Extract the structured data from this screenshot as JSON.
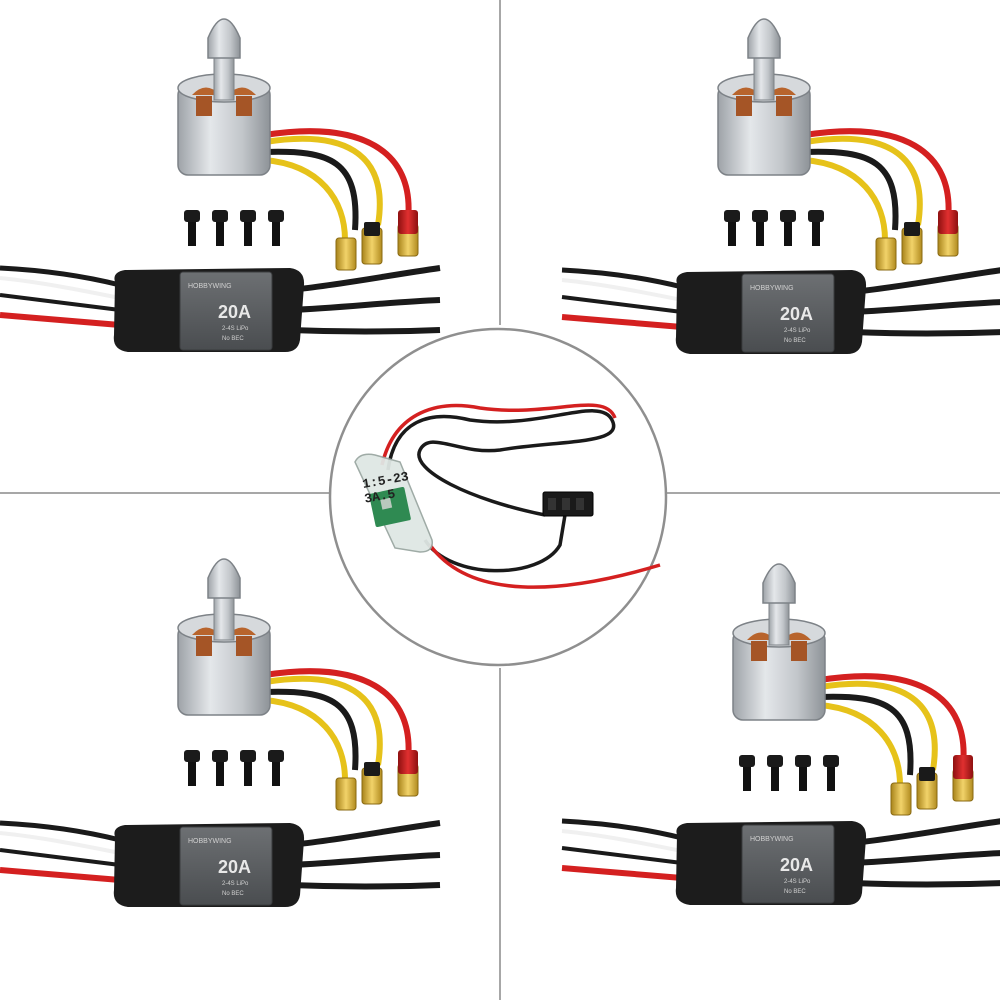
{
  "colors": {
    "background": "#ffffff",
    "divider": "#8a8a8a",
    "circle_border": "#8f8f8f",
    "motor_silver": "#c9cdd1",
    "wire_red": "#d42020",
    "wire_yellow": "#e6c21a",
    "wire_black": "#1a1a1a",
    "connector_gold": "#d9b12a",
    "esc_body": "#1c1c1c",
    "esc_label": "#5a5d60"
  },
  "esc": {
    "brand": "HOBBYWING",
    "rating": "20A",
    "spec": "2-4S LiPo",
    "bec": "No BEC"
  },
  "bec_module": {
    "label_line1": "1:5-23",
    "label_line2": "3A.5"
  }
}
